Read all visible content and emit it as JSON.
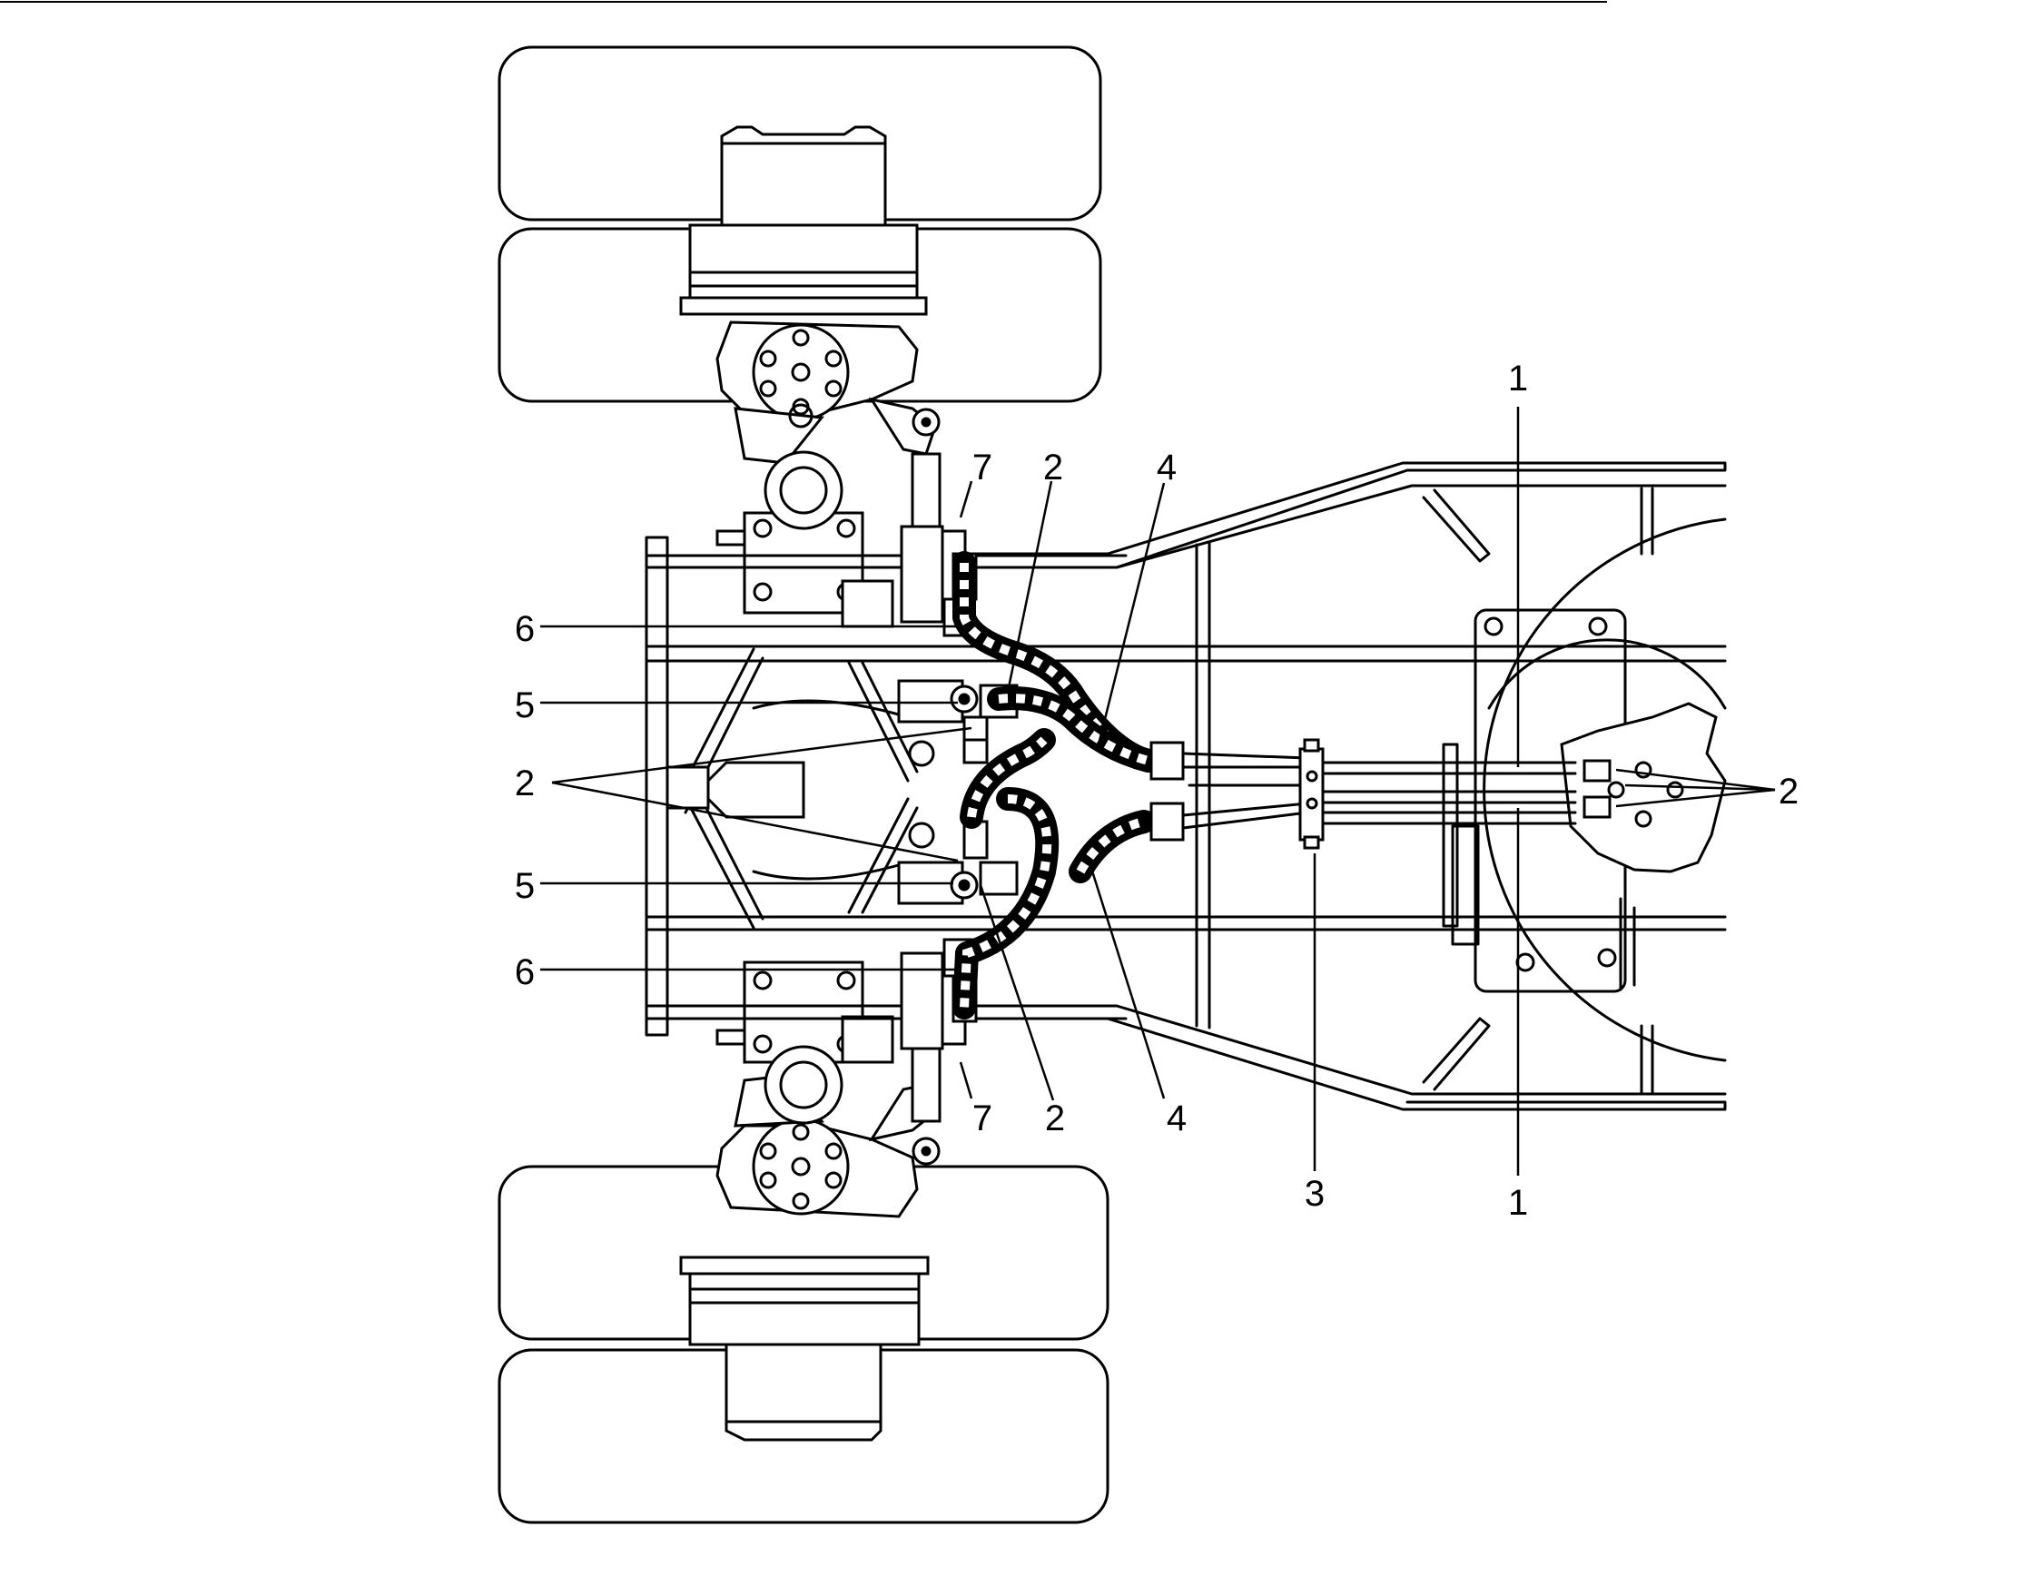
{
  "callouts": [
    {
      "key": "c1_top",
      "text": "1"
    },
    {
      "key": "c1_bottom",
      "text": "1"
    },
    {
      "key": "c2_top",
      "text": "2"
    },
    {
      "key": "c2_left",
      "text": "2"
    },
    {
      "key": "c2_bottom",
      "text": "2"
    },
    {
      "key": "c2_right",
      "text": "2"
    },
    {
      "key": "c3",
      "text": "3"
    },
    {
      "key": "c4_top",
      "text": "4"
    },
    {
      "key": "c4_bottom",
      "text": "4"
    },
    {
      "key": "c5_top",
      "text": "5"
    },
    {
      "key": "c5_bottom",
      "text": "5"
    },
    {
      "key": "c6_top",
      "text": "6"
    },
    {
      "key": "c6_bottom",
      "text": "6"
    },
    {
      "key": "c7_top",
      "text": "7"
    },
    {
      "key": "c7_bottom",
      "text": "7"
    }
  ],
  "colors": {
    "ink": "#000000",
    "paper": "#ffffff"
  }
}
